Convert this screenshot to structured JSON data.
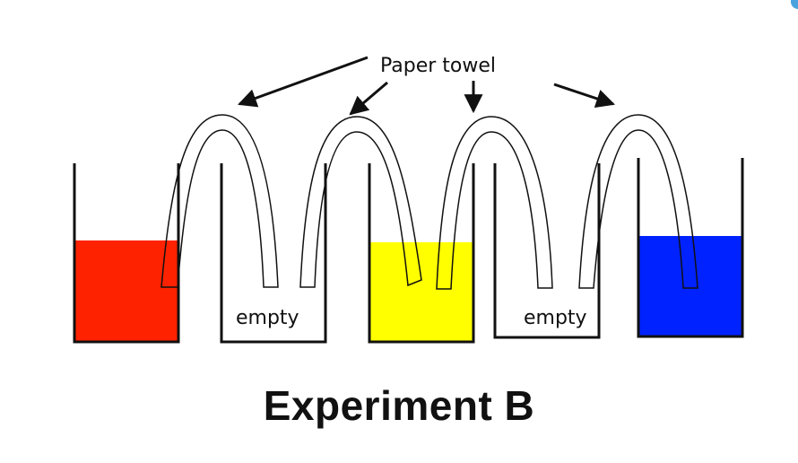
{
  "title": "Experiment B",
  "callout_label": "Paper towel",
  "containers": [
    {
      "id": "cup-1",
      "contents": "red liquid",
      "color": "#ff2200",
      "label": ""
    },
    {
      "id": "cup-2",
      "contents": "empty",
      "color": "#ffffff",
      "label": "empty"
    },
    {
      "id": "cup-3",
      "contents": "yellow liquid",
      "color": "#ffff00",
      "label": ""
    },
    {
      "id": "cup-4",
      "contents": "empty",
      "color": "#ffffff",
      "label": "empty"
    },
    {
      "id": "cup-5",
      "contents": "blue liquid",
      "color": "#0022ff",
      "label": ""
    }
  ],
  "colors": {
    "red": "#ff2200",
    "yellow": "#ffff00",
    "blue": "#0022ff",
    "outline": "#111111",
    "accent": "#4aa3df"
  }
}
